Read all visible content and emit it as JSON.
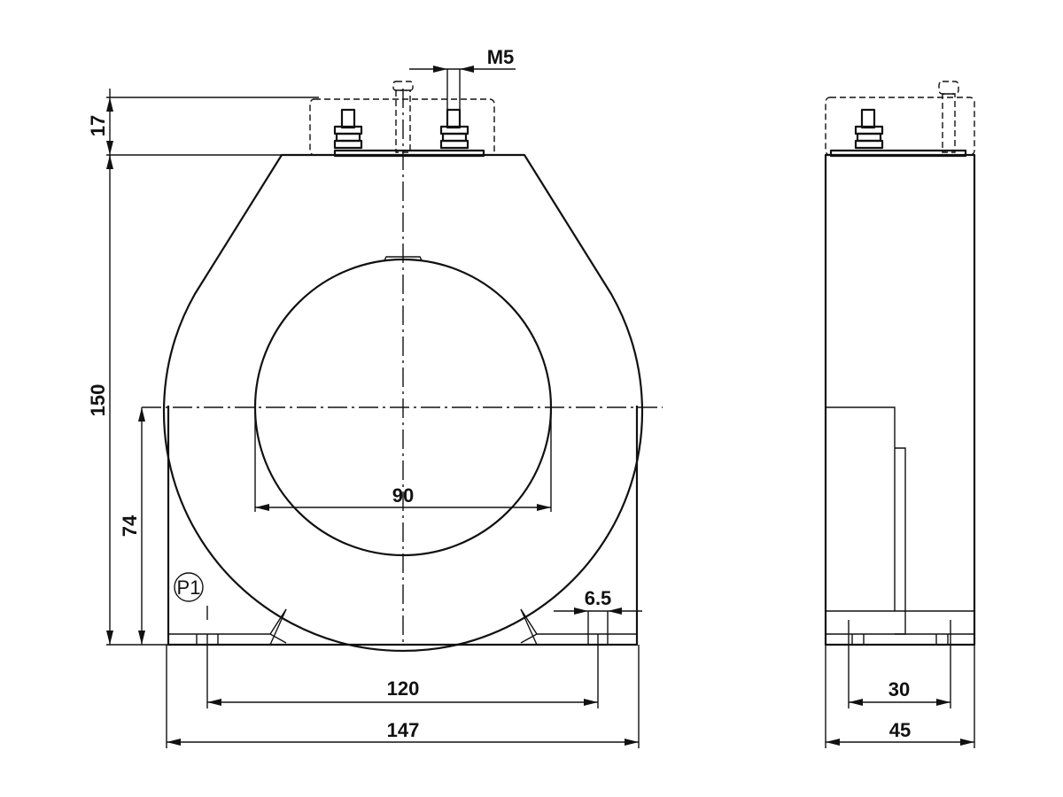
{
  "front_view": {
    "dimensions": {
      "terminal_thread": "M5",
      "cover_height": "17",
      "total_height": "150",
      "center_height": "74",
      "window_diameter": "90",
      "slot_width": "6.5",
      "mounting_distance": "120",
      "total_width": "147"
    },
    "terminal_label": "P1"
  },
  "side_view": {
    "dimensions": {
      "mounting_distance": "30",
      "total_depth": "45"
    }
  },
  "colors": {
    "line": "#111111",
    "background": "#ffffff"
  }
}
